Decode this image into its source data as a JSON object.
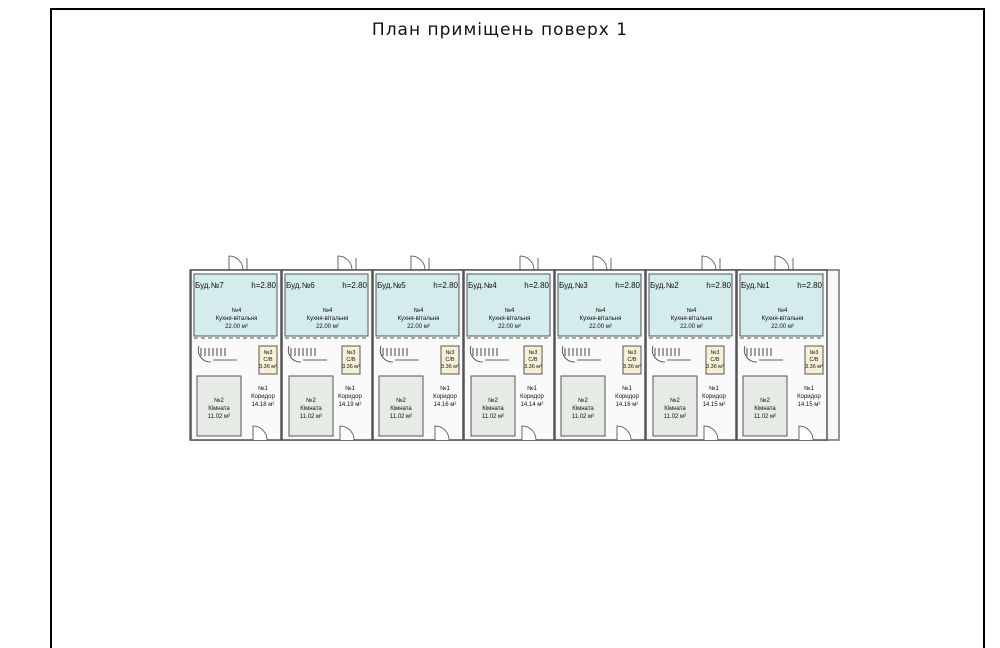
{
  "sheet": {
    "title": "План приміщень поверх 1"
  },
  "units": [
    {
      "label": "Буд.№7",
      "height": "h=2.80",
      "kitchen_no": "№4",
      "kitchen_name": "Кухня-вітальня",
      "kitchen_area": "22.00 м²",
      "bath_no": "№3",
      "bath_name": "С/В",
      "bath_area": "3.36 м²",
      "corridor_no": "№1",
      "corridor_name": "Коридор",
      "corridor_area": "14.18 м²",
      "room_no": "№2",
      "room_name": "Кімната",
      "room_area": "11.02 м²"
    },
    {
      "label": "Буд.№6",
      "height": "h=2.80",
      "kitchen_no": "№4",
      "kitchen_name": "Кухня-вітальня",
      "kitchen_area": "22.00 м²",
      "bath_no": "№3",
      "bath_name": "С/В",
      "bath_area": "3.36 м²",
      "corridor_no": "№1",
      "corridor_name": "Коридор",
      "corridor_area": "14.19 м²",
      "room_no": "№2",
      "room_name": "Кімната",
      "room_area": "11.02 м²"
    },
    {
      "label": "Буд.№5",
      "height": "h=2.80",
      "kitchen_no": "№4",
      "kitchen_name": "Кухня-вітальня",
      "kitchen_area": "22.00 м²",
      "bath_no": "№3",
      "bath_name": "С/В",
      "bath_area": "3.36 м²",
      "corridor_no": "№1",
      "corridor_name": "Коридор",
      "corridor_area": "14.16 м²",
      "room_no": "№2",
      "room_name": "Кімната",
      "room_area": "11.02 м²"
    },
    {
      "label": "Буд.№4",
      "height": "h=2.80",
      "kitchen_no": "№4",
      "kitchen_name": "Кухня-вітальня",
      "kitchen_area": "22.00 м²",
      "bath_no": "№3",
      "bath_name": "С/В",
      "bath_area": "3.36 м²",
      "corridor_no": "№1",
      "corridor_name": "Коридор",
      "corridor_area": "14.14 м²",
      "room_no": "№2",
      "room_name": "Кімната",
      "room_area": "11.02 м²"
    },
    {
      "label": "Буд.№3",
      "height": "h=2.80",
      "kitchen_no": "№4",
      "kitchen_name": "Кухня-вітальня",
      "kitchen_area": "22.00 м²",
      "bath_no": "№3",
      "bath_name": "С/В",
      "bath_area": "3.36 м²",
      "corridor_no": "№1",
      "corridor_name": "Коридор",
      "corridor_area": "14.16 м²",
      "room_no": "№2",
      "room_name": "Кімната",
      "room_area": "11.02 м²"
    },
    {
      "label": "Буд.№2",
      "height": "h=2.80",
      "kitchen_no": "№4",
      "kitchen_name": "Кухня-вітальня",
      "kitchen_area": "22.00 м²",
      "bath_no": "№3",
      "bath_name": "С/В",
      "bath_area": "3.36 м²",
      "corridor_no": "№1",
      "corridor_name": "Коридор",
      "corridor_area": "14.15 м²",
      "room_no": "№2",
      "room_name": "Кімната",
      "room_area": "11.02 м²"
    },
    {
      "label": "Буд.№1",
      "height": "h=2.80",
      "kitchen_no": "№4",
      "kitchen_name": "Кухня-вітальня",
      "kitchen_area": "22.00 м²",
      "bath_no": "№3",
      "bath_name": "С/В",
      "bath_area": "3.36 м²",
      "corridor_no": "№1",
      "corridor_name": "Коридор",
      "corridor_area": "14.15 м²",
      "room_no": "№2",
      "room_name": "Кімната",
      "room_area": "11.02 м²"
    }
  ],
  "colors": {
    "kitchen_fill": "#d4ecec",
    "room_fill": "#e6ebe6",
    "bath_fill": "#f6f0d6",
    "wall": "#555555",
    "outline": "#7a7a7a"
  }
}
